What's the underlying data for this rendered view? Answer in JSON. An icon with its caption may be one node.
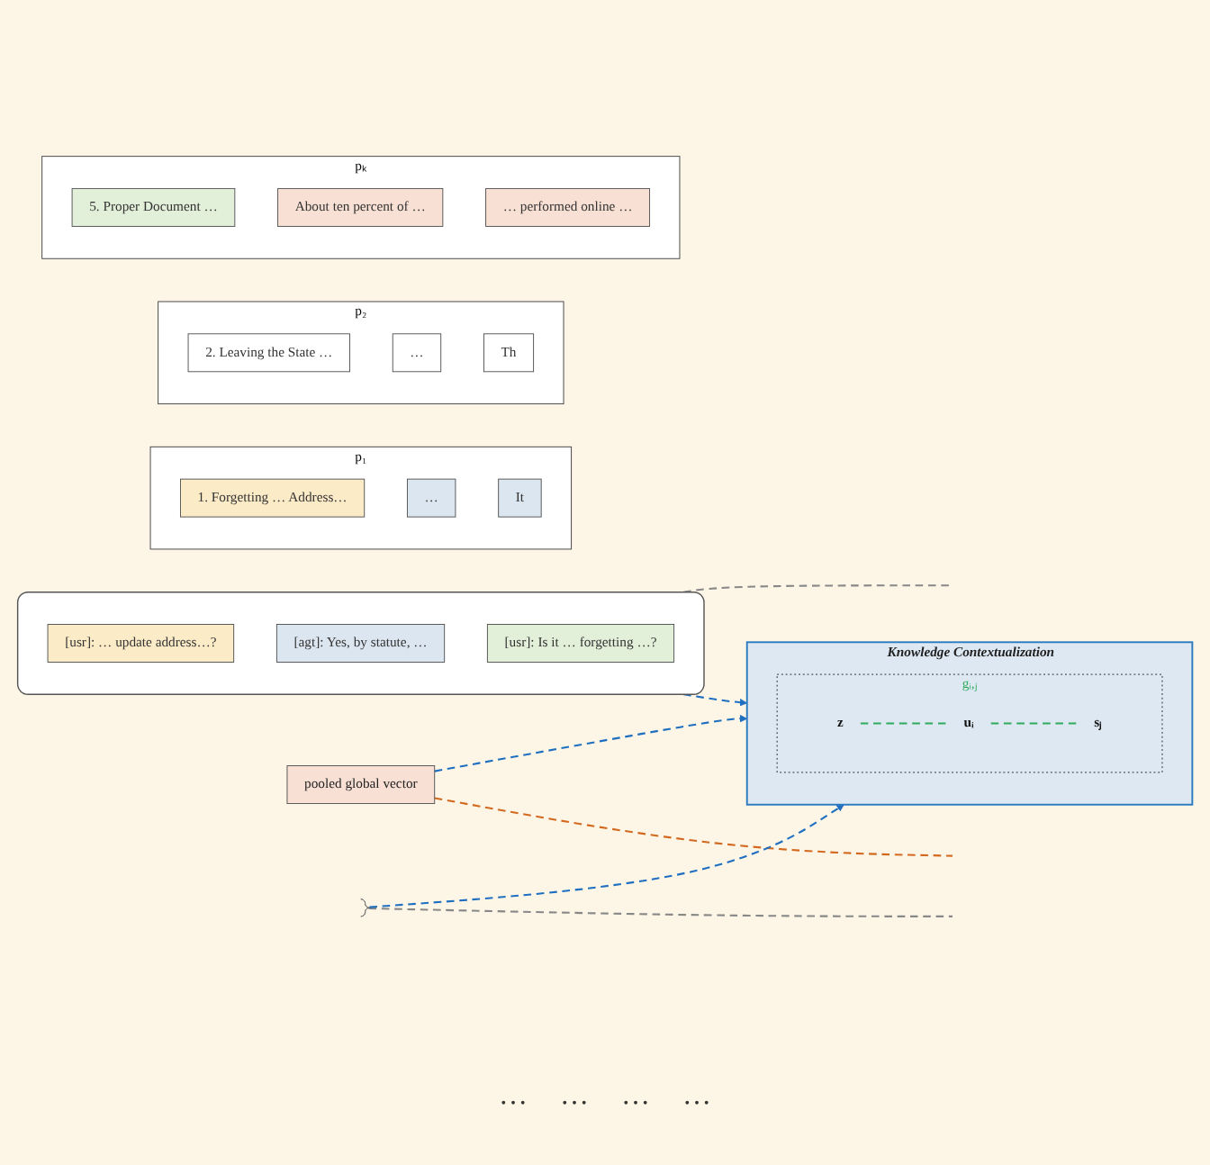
{
  "diagram": {
    "nodes": [
      {
        "text": [
          "pooled global vector"
        ]
      },
      {
        "text": [],
        "shape": "box"
      },
      {
        "text": [
          "[usr]: … update address…?"
        ],
        "in": 1
      },
      {
        "text": [
          "[agt]: Yes, by statute, …"
        ],
        "in": 1
      },
      {
        "text": [
          "[usr]: Is it … forgetting …?"
        ],
        "in": 1
      },
      {
        "text": [
          "Knowledge Contextualization"
        ]
      },
      {
        "text": [
          "gᵢ,ⱼ"
        ],
        "in": 5
      },
      {
        "text": [
          "uᵢ"
        ],
        "in": 6
      },
      {
        "text": [
          "z"
        ],
        "in": 6
      },
      {
        "text": [
          "sⱼ"
        ],
        "in": 6
      },
      {
        "text": [
          "p₁"
        ]
      },
      {
        "text": [
          "1. Forgetting … Address…"
        ],
        "in": 10
      },
      {
        "text": [
          "…"
        ],
        "in": 10
      },
      {
        "text": [
          "It"
        ],
        "in": 10
      },
      {
        "text": [
          "p₂"
        ]
      },
      {
        "text": [
          "2. Leaving the State …"
        ],
        "in": 14
      },
      {
        "text": [
          "…"
        ],
        "in": 14
      },
      {
        "text": [
          "Th"
        ],
        "in": 14
      },
      {
        "text": [
          "pₖ"
        ]
      },
      {
        "text": [
          "5. Proper Document …"
        ],
        "in": 18
      },
      {
        "text": [
          "About ten percent of …"
        ],
        "in": 18
      },
      {
        "text": [
          "… performed online …"
        ],
        "in": 18
      },
      {
        "text": [],
        "shape": "bracket"
      }
    ],
    "edges": [
      {
        "from": 0,
        "to": 5,
        "arrow": "to",
        "style": "dashed"
      },
      {
        "from": 0,
        "to": null,
        "arrow": "none",
        "style": "dashed",
        "color": "#d2691e"
      },
      {
        "from": 1,
        "to": 5,
        "arrow": "to",
        "style": "dashed"
      },
      {
        "from": 1,
        "to": null,
        "arrow": "none",
        "style": "dashed",
        "color": "#888888"
      },
      {
        "from": 8,
        "to": 7,
        "arrow": "none",
        "style": "dashed",
        "color": "#2eaa5c"
      },
      {
        "from": 7,
        "to": 9,
        "arrow": "none",
        "style": "dashed",
        "color": "#2eaa5c"
      },
      {
        "from": 22,
        "to": 5,
        "arrow": "to",
        "style": "dashed"
      },
      {
        "from": 22,
        "to": null,
        "arrow": "none",
        "style": "dashed",
        "color": "#888888"
      }
    ],
    "labels": [
      "…",
      "…",
      "…",
      "…"
    ]
  }
}
